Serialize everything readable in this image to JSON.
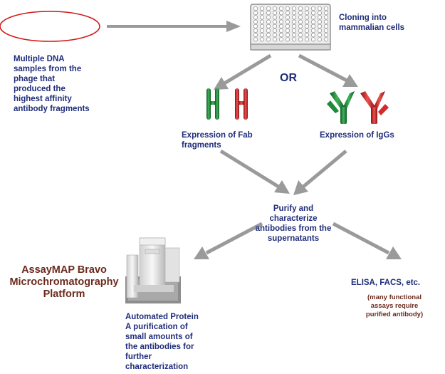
{
  "nodes": {
    "dna_samples": [
      "Multiple DNA",
      "samples from the",
      "phage that",
      "produced the",
      "highest affinity",
      "antibody fragments"
    ],
    "cloning": [
      "Cloning into",
      "mammalian cells"
    ],
    "or_label": "OR",
    "fab": [
      "Expression of Fab",
      "fragments"
    ],
    "igg": "Expression of IgGs",
    "purify": [
      "Purify and",
      "characterize",
      "antibodies from the",
      "supernatants"
    ],
    "platform": [
      "AssayMAP Bravo",
      "Microchromatography",
      "Platform"
    ],
    "automated": [
      "Automated Protein",
      "A purification of",
      "small amounts of",
      "the antibodies for",
      "further",
      "characterization"
    ],
    "elisa": "ELISA, FACS, etc.",
    "elisa_note": [
      "(many functional",
      "assays require",
      "purified antibody)"
    ]
  },
  "colors": {
    "text_blue": "#1f2d7a",
    "text_brown": "#6b2a1c",
    "arrow_gray": "#9a9a9a",
    "oval_red": "#d11a1a",
    "fab_green": "#1f8a3a",
    "fab_red": "#d42a2a"
  },
  "icons": [
    "plate-96-well-icon",
    "fab-fragment-icon",
    "igg-antibody-icon",
    "bravo-instrument-icon"
  ]
}
